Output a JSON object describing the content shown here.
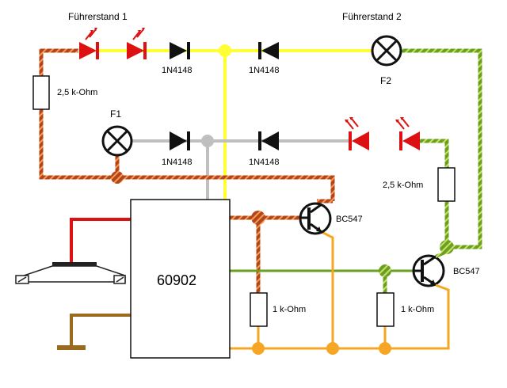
{
  "labels": {
    "cab1": "Führerstand 1",
    "cab2": "Führerstand 2",
    "f1": "F1",
    "f2": "F2",
    "chip": "60902",
    "r_top_left": "2,5 k-Ohm",
    "r_right": "2,5 k-Ohm",
    "r_mid": "1 k-Ohm",
    "r_low": "1 k-Ohm",
    "diode_1": "1N4148",
    "diode_2": "1N4148",
    "diode_3": "1N4148",
    "diode_4": "1N4148",
    "transistor_1": "BC547",
    "transistor_2": "BC547"
  },
  "colors": {
    "yellow": "#ffff33",
    "grey": "#bfbfbf",
    "brown": "#b5441c",
    "brown_stripe": "#f0a050",
    "green": "#6aa020",
    "green_stripe": "#c8e06a",
    "orange": "#f5a623",
    "red": "#dd1111",
    "dark_brown": "#9a6a1e"
  }
}
